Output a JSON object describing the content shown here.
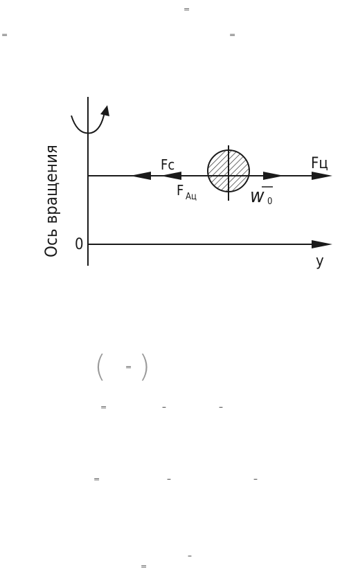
{
  "formula_fragments": {
    "top_eq": "=",
    "left_eq": "=",
    "right_eq": "=",
    "paren_eq": "=",
    "paren_left": "(",
    "paren_right": ")",
    "row1_eq": "=",
    "row1_dash1": "–",
    "row1_dash2": "–",
    "row2_eq": "=",
    "row2_dash1": "–",
    "row2_dash2": "–",
    "bottom_eq": "=",
    "bottom_dash": "–"
  },
  "diagram": {
    "axis_label": "Ось вращения",
    "origin_label": "0",
    "y_axis_label": "y",
    "force_fc": "Fc",
    "force_fa_main": "F",
    "force_fa_sub": "Aц",
    "force_fc_right": "Fц",
    "velocity_main": "w",
    "velocity_sub": "0"
  }
}
